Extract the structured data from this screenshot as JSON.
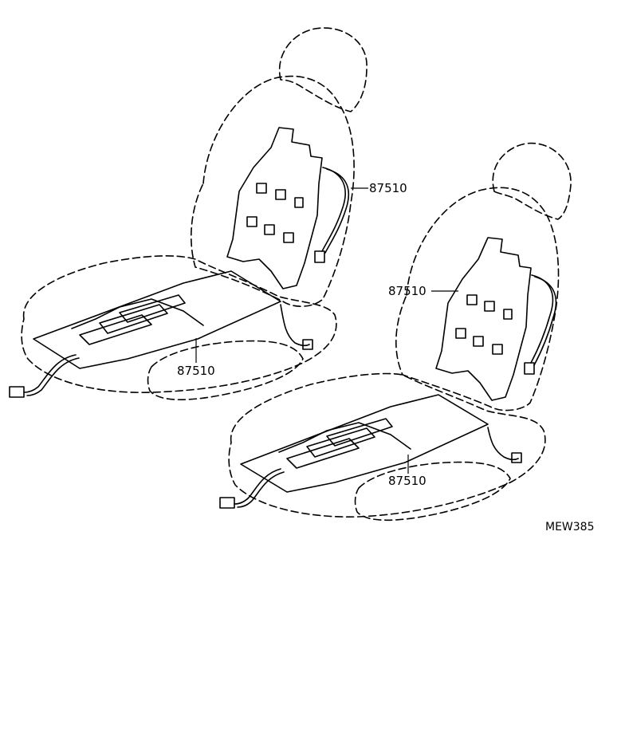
{
  "diagram": {
    "callouts": [
      {
        "id": "left-seatback-heater",
        "label": "87510"
      },
      {
        "id": "left-cushion-heater",
        "label": "87510"
      },
      {
        "id": "right-seatback-heater",
        "label": "87510"
      },
      {
        "id": "right-cushion-heater",
        "label": "87510"
      }
    ],
    "reference_code": "MEW385"
  }
}
